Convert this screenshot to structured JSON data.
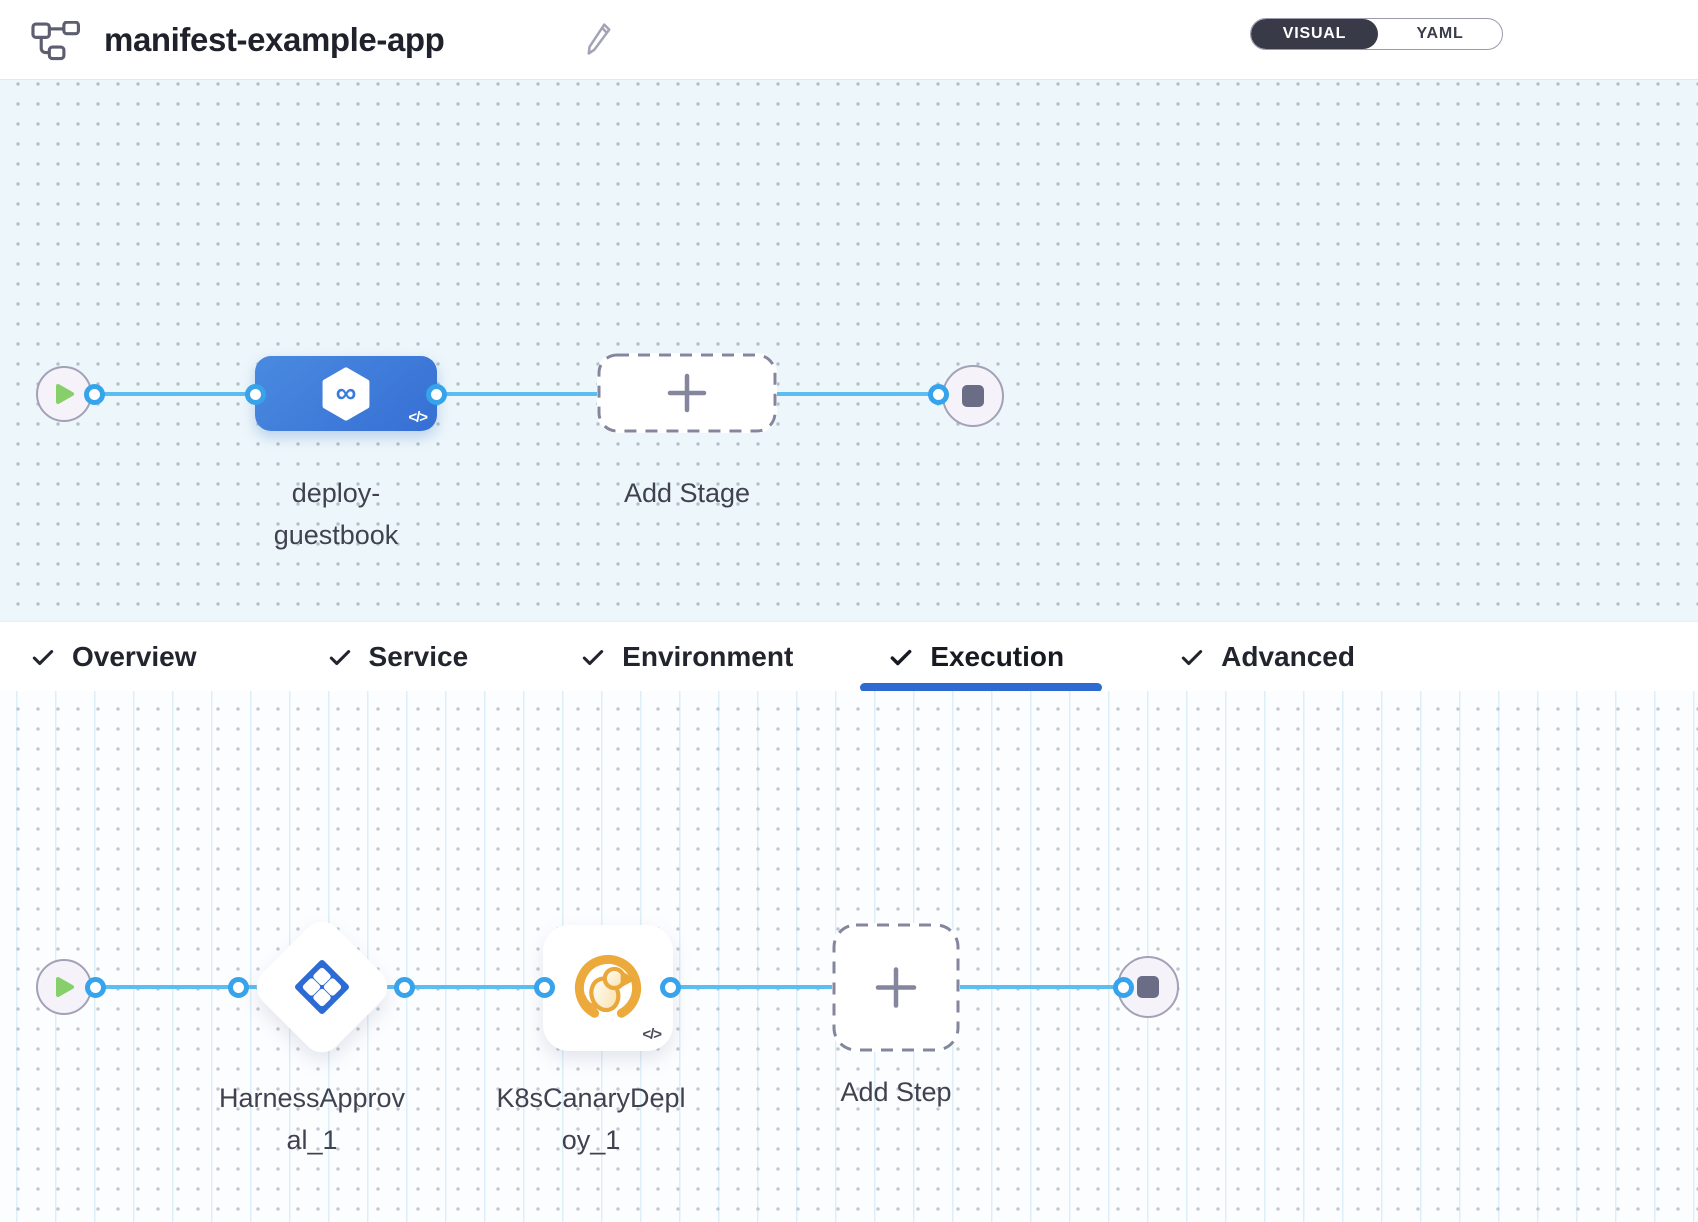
{
  "header": {
    "title": "manifest-example-app",
    "view_toggle": {
      "options": [
        "VISUAL",
        "YAML"
      ],
      "selected": "VISUAL"
    }
  },
  "stage_canvas": {
    "start_node": "play",
    "stage": {
      "label_lines": [
        "deploy-",
        "guestbook"
      ],
      "badge": "</>",
      "icon": "deployment-hexagon-infinity"
    },
    "add_stage": {
      "label": "Add Stage"
    },
    "end_node": "stop"
  },
  "tabs": {
    "items": [
      {
        "label": "Overview",
        "checked": true
      },
      {
        "label": "Service",
        "checked": true
      },
      {
        "label": "Environment",
        "checked": true
      },
      {
        "label": "Execution",
        "checked": true
      },
      {
        "label": "Advanced",
        "checked": true
      }
    ],
    "active": "Execution"
  },
  "execution_canvas": {
    "start_node": "play",
    "steps": [
      {
        "type": "approval",
        "icon": "harness-approval-diamond",
        "label_lines": [
          "HarnessApprov",
          "al_1"
        ]
      },
      {
        "type": "canary",
        "icon": "k8s-canary-bird",
        "label_lines": [
          "K8sCanaryDepl",
          "oy_1"
        ],
        "badge": "</>"
      }
    ],
    "add_step": {
      "label": "Add Step"
    },
    "end_node": "stop"
  },
  "icons": {
    "pipeline-graph-icon": "org-chart outline",
    "edit-pencil-icon": "pencil outline",
    "play-icon": "green triangle",
    "stop-icon": "gray rounded square",
    "plus-icon": "gray plus",
    "check-icon": "dark checkmark",
    "code-toggle-icon": "</>"
  },
  "colors": {
    "accent_blue": "#2f6ad3",
    "stage_node_blue": "#3d7edd",
    "flow_line_blue": "#5bbdf0",
    "port_ring_blue": "#36a3ea",
    "play_green": "#87cf6b",
    "canary_gold": "#edaa3c",
    "toggle_dark": "#383a47",
    "canvas_top_bg": "#edf6fa",
    "canvas_bottom_bg": "#fcfdff"
  }
}
